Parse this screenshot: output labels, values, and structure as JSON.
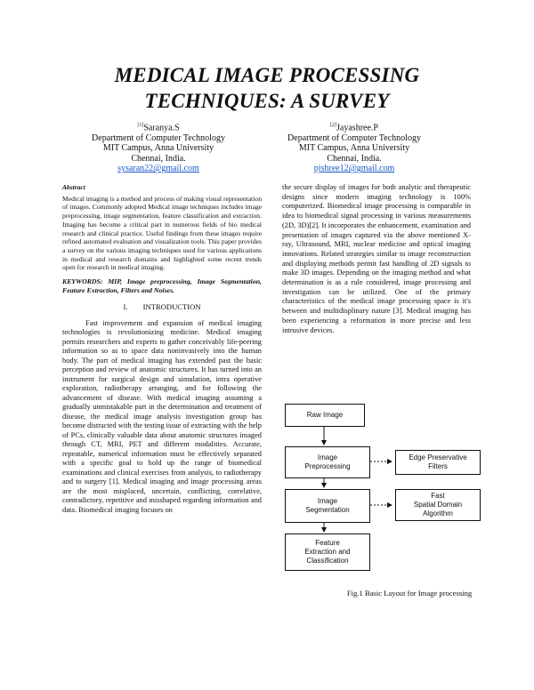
{
  "title": {
    "line1": "MEDICAL IMAGE PROCESSING",
    "line2": "TECHNIQUES: A SURVEY"
  },
  "authors": [
    {
      "sup": "[1]",
      "name": "Saranya.S",
      "dept": "Department of Computer Technology",
      "inst": "MIT Campus, Anna University",
      "city": "Chennai, India.",
      "email": "sysaran22@gmail.com"
    },
    {
      "sup": "[2]",
      "name": "Jayashree.P",
      "dept": "Department of Computer Technology",
      "inst": "MIT Campus, Anna University",
      "city": "Chennai, India.",
      "email": "pjshree12@gmail.com"
    }
  ],
  "abstract": {
    "heading": "Abstract",
    "body": "Medical imaging is a method and process of making visual representation of images. Commonly adopted Medical image techniques includes image preprocessing, image segmentation, feature classification and extraction. Imaging has become a critical part in numerous fields of bio medical research and clinical practice. Useful findings from these images require refined automated evaluation and visualization tools. This paper provides a survey on the various imaging techniques used for various applications in medical and research domains and highlighted some recent trends open for research in medical imaging."
  },
  "keywords": "KEYWORDS: MIP, Image preprocessing, Image Segmentation, Feature Extraction, Filters and Noises.",
  "section1": {
    "heading": "I.        INTRODUCTION",
    "body": "Fast improvement and expansion of medical imaging technologies is revolutionizing medicine. Medical imaging permits researchers and experts to gather conceivably life-peering information so as to space data noninvasively into the human body. The part of medical imaging has extended past the basic perception and review of anatomic structures. It has turned into an instrument for surgical design and simulation, intra operative exploration, radiotherapy arranging, and for following the advancement of disease. With medical imaging assuming a gradually unmistakable part in the determination and treatment of disease, the medical image analysis investigation group has become distracted with the testing issue of extracting with the help of PCs, clinically valuable data about anatomic structures imaged through CT, MRI, PET and different modalities. Accurate, repeatable, numerical information must be effectively separated with a specific goal to hold up the range of biomedical examinations and clinical exercises from analysis, to radiotherapy and to surgery [1]. Medical imaging and image processing areas are the most misplaced, uncertain, conflicting, correlative, contradictory, repetitive and misshaped regarding information and data. Biomedical imaging focuses on"
  },
  "right_text": "the secure display of images for both analytic and therapeutic designs since modern imaging technology is 100% computerized. Biomedical image processing is comparable in idea to biomedical signal processing in various measurements (2D, 3D)[2]. It incorporates the enhancement, examination and presentation of images captured via the above mentioned X-ray, Ultrasound, MRI, nuclear medicine and optical imaging innovations. Related strategies similar to image reconstruction and displaying methods permit fast handling of 2D signals to make 3D images. Depending on the imaging method and what determination is as a rule considered, image processing and investigation can be utilized. One of the primary characteristics of the medical image processing space is it's between and multidisplinary nature [3]. Medical imaging has been experiencing a reformation in more precise and less intrusive devices.",
  "diagram": {
    "raw": "Raw Image",
    "pre": [
      "Image",
      "Preprocessing"
    ],
    "edge": [
      "Edge Preservative",
      "Filters"
    ],
    "seg": [
      "Image",
      "Segmentation"
    ],
    "fast": [
      "Fast",
      "Spatial Domain",
      "Algorithm"
    ],
    "feat": [
      "Feature",
      "Extraction and",
      "Classification"
    ]
  },
  "figure_caption": "Fig.1 Basic Layout  for Image processing"
}
